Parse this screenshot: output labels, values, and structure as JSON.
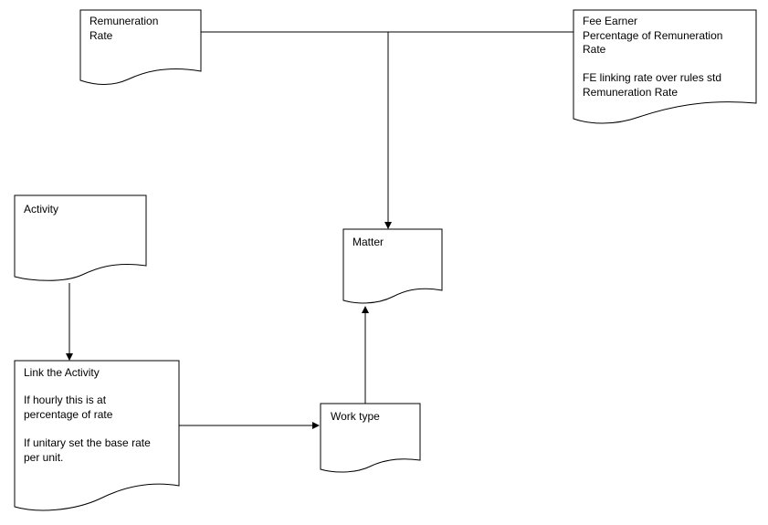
{
  "diagram": {
    "nodes": [
      {
        "id": "remuneration-rate",
        "lines": [
          "Remuneration",
          "Rate"
        ]
      },
      {
        "id": "fee-earner",
        "lines": [
          "Fee Earner",
          "Percentage of Remuneration",
          "Rate",
          "",
          "FE linking rate over rules std",
          "Remuneration Rate"
        ]
      },
      {
        "id": "activity",
        "lines": [
          "Activity"
        ]
      },
      {
        "id": "matter",
        "lines": [
          "Matter"
        ]
      },
      {
        "id": "link-activity",
        "lines": [
          "Link the Activity",
          "",
          "If hourly this is at",
          "percentage of rate",
          "",
          "If unitary set the base rate",
          "per unit."
        ]
      },
      {
        "id": "work-type",
        "lines": [
          "Work type"
        ]
      }
    ],
    "edges": [
      {
        "from": "remuneration-rate",
        "to": "matter"
      },
      {
        "from": "fee-earner",
        "to": "matter"
      },
      {
        "from": "activity",
        "to": "link-activity"
      },
      {
        "from": "link-activity",
        "to": "work-type"
      },
      {
        "from": "work-type",
        "to": "matter"
      }
    ]
  }
}
